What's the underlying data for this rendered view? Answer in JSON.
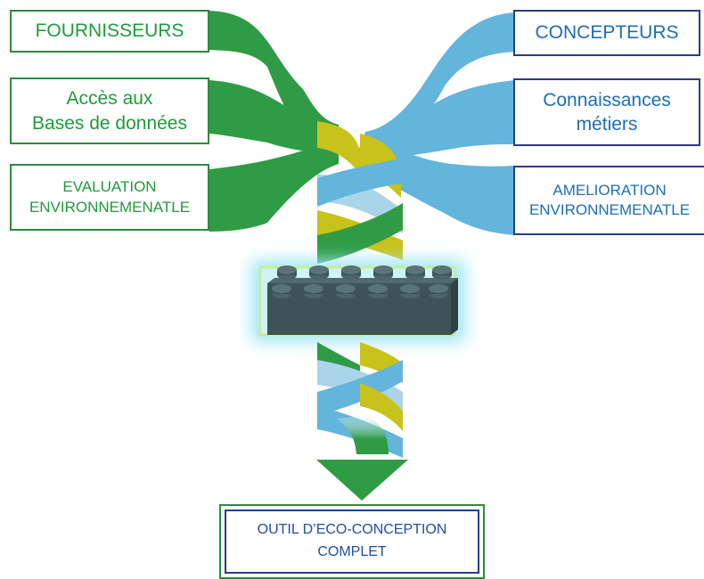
{
  "left_boxes": [
    {
      "lines": [
        "FOURNISSEURS"
      ]
    },
    {
      "lines": [
        "Accès aux",
        "Bases de données"
      ]
    },
    {
      "lines": [
        "EVALUATION",
        "ENVIRONNEMENATLE"
      ]
    }
  ],
  "right_boxes": [
    {
      "lines": [
        "CONCEPTEURS"
      ]
    },
    {
      "lines": [
        "Connaissances",
        "métiers"
      ]
    },
    {
      "lines": [
        "AMELIORATION",
        "ENVIRONNEMENATLE"
      ]
    }
  ],
  "result_box": {
    "lines": [
      "OUTIL D’ECO-CONCEPTION",
      "COMPLET"
    ]
  },
  "colors": {
    "green": "#2f9c45",
    "blue": "#63b5dc",
    "yellow": "#c9c21a",
    "brick": "#3c5358",
    "glow": "#9fe7f5"
  },
  "icons": {
    "center": "lego-brick-icon",
    "arrow": "down-arrow-icon"
  }
}
